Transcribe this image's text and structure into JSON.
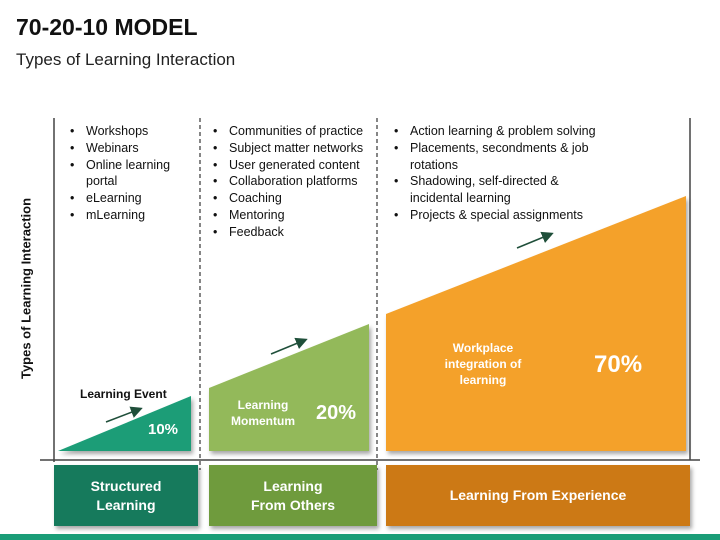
{
  "title": "70-20-10 MODEL",
  "subtitle": "Types of Learning Interaction",
  "y_axis_label": "Types of Learning Interaction",
  "columns": [
    {
      "bullets": [
        "Workshops",
        "Webinars",
        "Online learning portal",
        "eLearning",
        "mLearning"
      ],
      "stage_label": "Learning Event",
      "percent": "10%",
      "tile": {
        "line1": "Structured",
        "line2": "Learning"
      },
      "color": "#1a9d77",
      "tile_color": "#167a5c"
    },
    {
      "bullets": [
        "Communities of practice",
        "Subject matter networks",
        "User generated content",
        "Collaboration platforms",
        "Coaching",
        "Mentoring",
        "Feedback"
      ],
      "stage_label": "Learning Momentum",
      "percent": "20%",
      "tile": {
        "line1": "Learning",
        "line2": "From Others"
      },
      "color": "#93b95a",
      "tile_color": "#6f9b3d"
    },
    {
      "bullets": [
        "Action learning & problem solving",
        "Placements, secondments & job rotations",
        "Shadowing, self-directed & incidental learning",
        "Projects & special assignments"
      ],
      "stage_label": "Workplace integration of learning",
      "percent": "70%",
      "tile": {
        "line1": "Learning From Experience",
        "line2": ""
      },
      "color": "#f4a12c",
      "tile_color": "#cc7915"
    }
  ],
  "colors": {
    "arrow": "#1f4f3a",
    "axis": "#444444",
    "footer": "#1a9d77"
  }
}
